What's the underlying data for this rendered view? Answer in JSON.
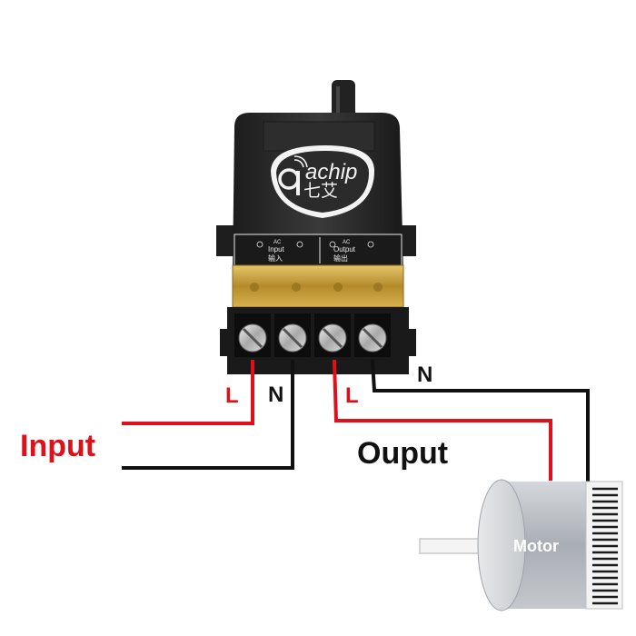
{
  "labels": {
    "input": "Input",
    "output": "Ouput",
    "input_live": "L",
    "input_neutral": "N",
    "output_live": "L",
    "output_neutral": "N",
    "motor": "Motor"
  },
  "device": {
    "brand": "achip",
    "brand_cn": "七艾",
    "input_ac": "AC",
    "input_label": "Input",
    "input_cn": "输入",
    "output_ac": "AC",
    "output_label": "Output",
    "output_cn": "输出"
  },
  "colors": {
    "live_wire": "#e0101a",
    "neutral_wire": "#111111",
    "device_body": "#2a2a2a",
    "terminal_plate": "#c9a23a",
    "motor_body": "#b9bec4"
  }
}
